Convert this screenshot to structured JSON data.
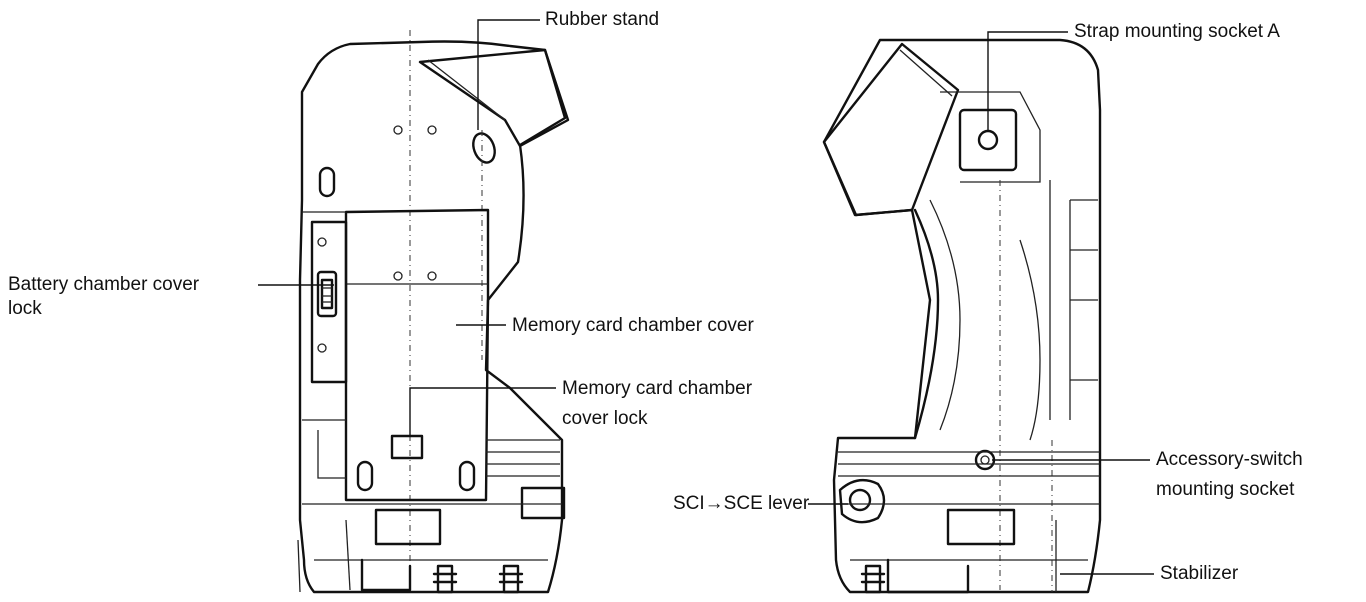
{
  "labels": {
    "rubber_stand": "Rubber stand",
    "battery_lock_line1": "Battery chamber cover",
    "battery_lock_line2": "lock",
    "memory_cover": "Memory card chamber cover",
    "memory_lock_line1": "Memory card chamber",
    "memory_lock_line2": "cover lock",
    "strap_socket": "Strap mounting socket A",
    "accessory_line1": "Accessory-switch",
    "accessory_line2": "mounting socket",
    "sci_sce_lever": "SCI→SCE lever",
    "stabilizer": "Stabilizer"
  },
  "colors": {
    "ink": "#111111",
    "background": "#ffffff"
  }
}
